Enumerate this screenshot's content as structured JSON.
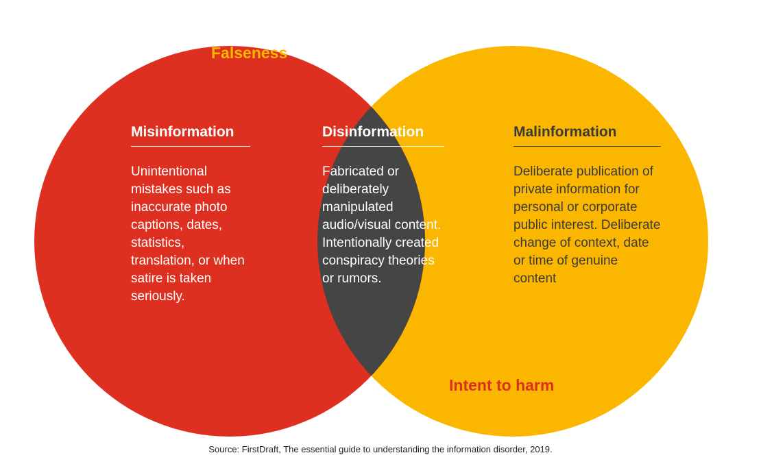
{
  "colors": {
    "red": "#de3020",
    "yellow": "#fbb600",
    "dark": "#454545"
  },
  "labels": {
    "falseness": "Falseness",
    "intent": "Intent to harm"
  },
  "blocks": {
    "misinformation": {
      "title": "Misinformation",
      "body": "Unintentional mistakes such as inaccurate photo captions, dates, statistics, translation, or when satire is taken seriously."
    },
    "disinformation": {
      "title": "Disinformation",
      "body": "Fabricated or deliberately manipulated audio/visual content. Intentionally created conspiracy theories or rumors."
    },
    "malinformation": {
      "title": "Malinformation",
      "body": "Deliberate publication of private information for personal or corporate public interest. Deliberate change of context, date or time of genuine content"
    }
  },
  "source": "Source: FirstDraft, The essential guide to understanding the information disorder, 2019."
}
